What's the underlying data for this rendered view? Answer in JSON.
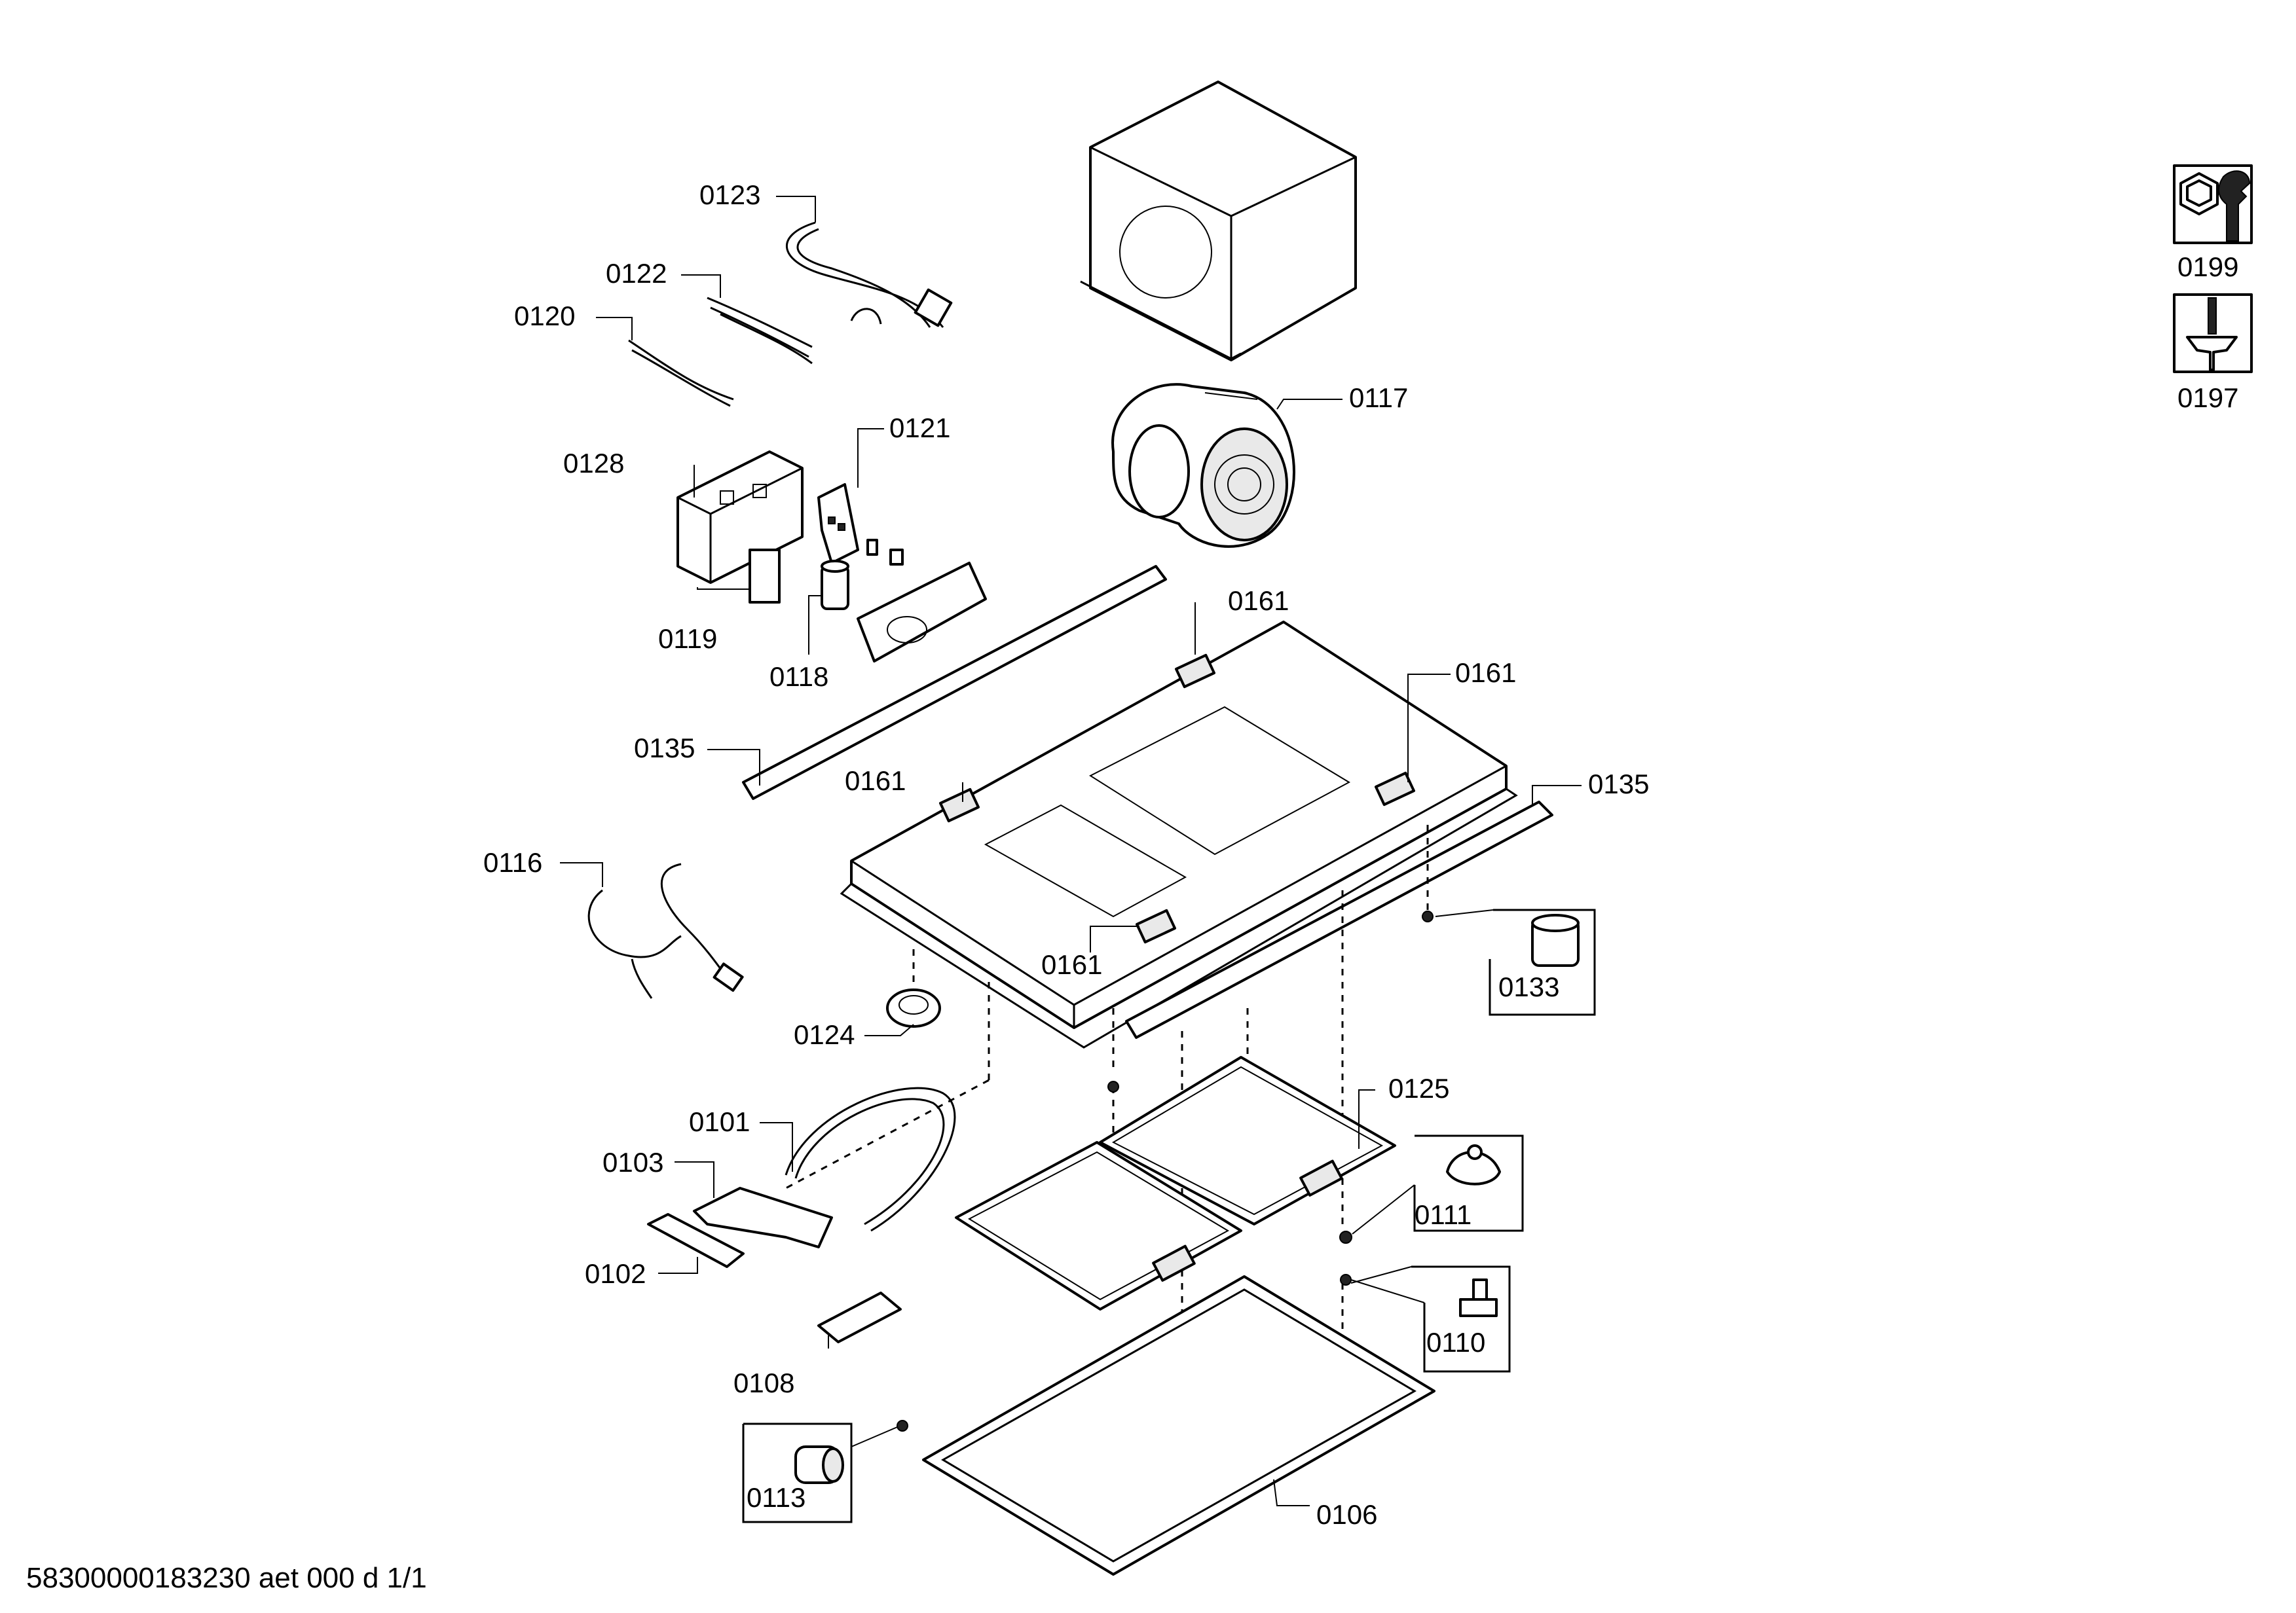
{
  "labels": {
    "p0123": "0123",
    "p0122": "0122",
    "p0120": "0120",
    "p0121": "0121",
    "p0128": "0128",
    "p0119": "0119",
    "p0118": "0118",
    "p0117": "0117",
    "p0161a": "0161",
    "p0161b": "0161",
    "p0161c": "0161",
    "p0161d": "0161",
    "p0135a": "0135",
    "p0135b": "0135",
    "p0116": "0116",
    "p0133": "0133",
    "p0124": "0124",
    "p0125": "0125",
    "p0101": "0101",
    "p0103": "0103",
    "p0111": "0111",
    "p0102": "0102",
    "p0110": "0110",
    "p0108": "0108",
    "p0113": "0113",
    "p0106": "0106",
    "p0199": "0199",
    "p0197": "0197"
  },
  "footer": "58300000183230 aet 000 d 1/1",
  "icons": {
    "tool_a": "nut-wrench-icon",
    "tool_b": "screw-screwdriver-icon"
  }
}
